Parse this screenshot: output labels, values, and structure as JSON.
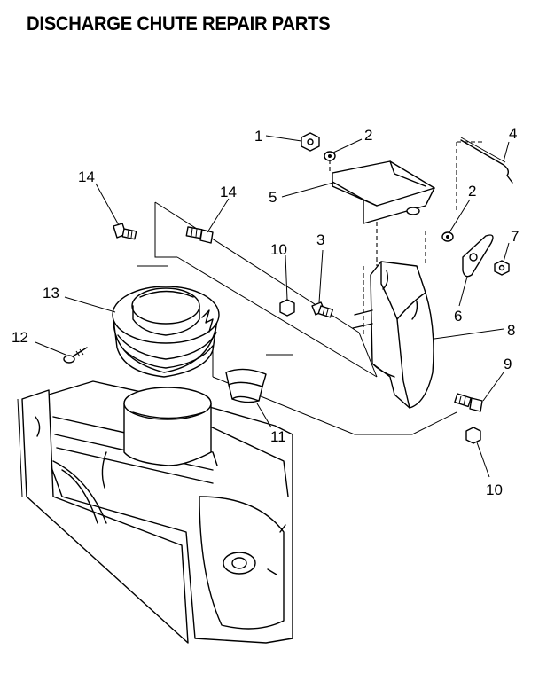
{
  "title": "DISCHARGE CHUTE REPAIR PARTS",
  "callouts": [
    {
      "id": "c1",
      "label": "1"
    },
    {
      "id": "c2a",
      "label": "2"
    },
    {
      "id": "c2b",
      "label": "2"
    },
    {
      "id": "c3",
      "label": "3"
    },
    {
      "id": "c4",
      "label": "4"
    },
    {
      "id": "c5",
      "label": "5"
    },
    {
      "id": "c6",
      "label": "6"
    },
    {
      "id": "c7",
      "label": "7"
    },
    {
      "id": "c8",
      "label": "8"
    },
    {
      "id": "c9",
      "label": "9"
    },
    {
      "id": "c10a",
      "label": "10"
    },
    {
      "id": "c10b",
      "label": "10"
    },
    {
      "id": "c11",
      "label": "11"
    },
    {
      "id": "c12",
      "label": "12"
    },
    {
      "id": "c13",
      "label": "13"
    },
    {
      "id": "c14a",
      "label": "14"
    },
    {
      "id": "c14b",
      "label": "14"
    }
  ]
}
